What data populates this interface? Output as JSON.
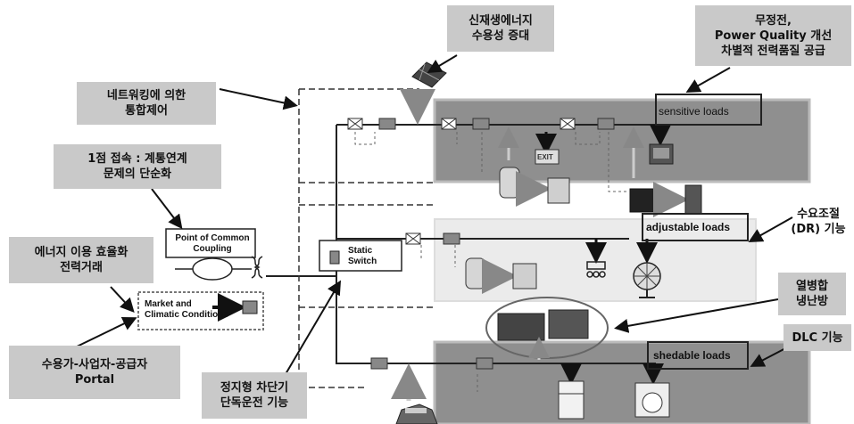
{
  "callouts": {
    "renewable": "신재생에너지\n수용성 증대",
    "power_quality": "무정전,\nPower Quality 개선\n차별적 전력품질 공급",
    "networking": "네트워킹에 의한\n통합제어",
    "single_point": "1점 접속 : 계통연계\n문제의 단순화",
    "energy_efficiency": "에너지 이용 효율화\n전력거래",
    "portal": "수용가-사업자-공급자\nPortal",
    "static_switch": "정지형 차단기\n단독운전 기능",
    "demand_response": "수요조절\n(DR) 기능",
    "chp": "열병합\n냉난방",
    "dlc": "DLC 기능"
  },
  "diagram_labels": {
    "sensitive_loads": "sensitive loads",
    "adjustable_loads": "adjustable loads",
    "shedable_loads": "shedable loads",
    "pcc": "Point of Common\nCoupling",
    "static_switch": "Static\nSwitch",
    "market": "Market and\nClimatic Conditions",
    "exit_sign": "EXIT"
  },
  "colors": {
    "zone_dark": "#8f8f8f",
    "zone_light": "#ebebeb",
    "callout_bg": "#c9c9c9"
  }
}
